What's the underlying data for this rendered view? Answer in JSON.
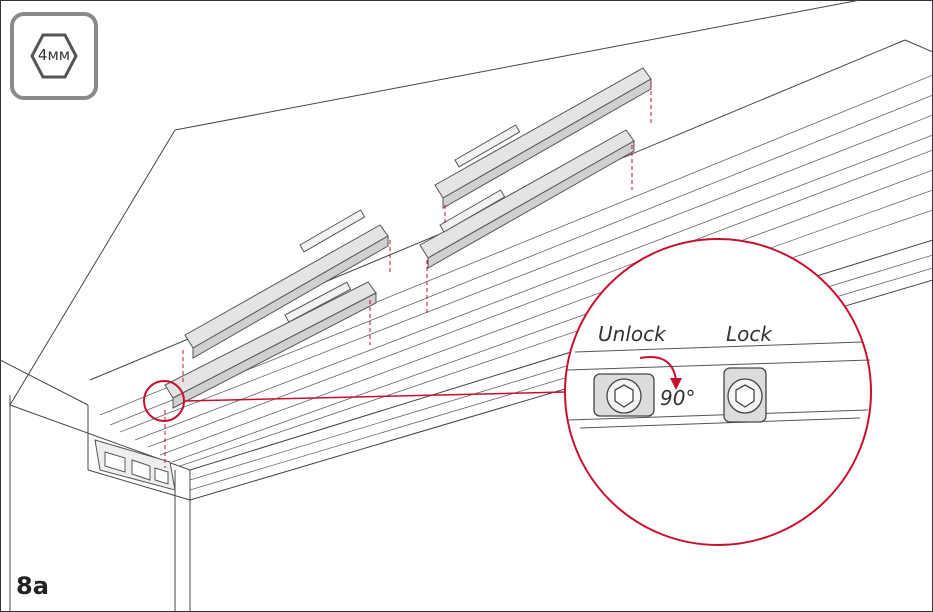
{
  "tool": {
    "label": "4мм"
  },
  "step": {
    "label": "8a"
  },
  "detail": {
    "unlock_label": "Unlock",
    "lock_label": "Lock",
    "angle_label": "90°"
  },
  "colors": {
    "accent": "#c8102e",
    "outline": "#333333",
    "part_fill": "#e4e4e4"
  }
}
